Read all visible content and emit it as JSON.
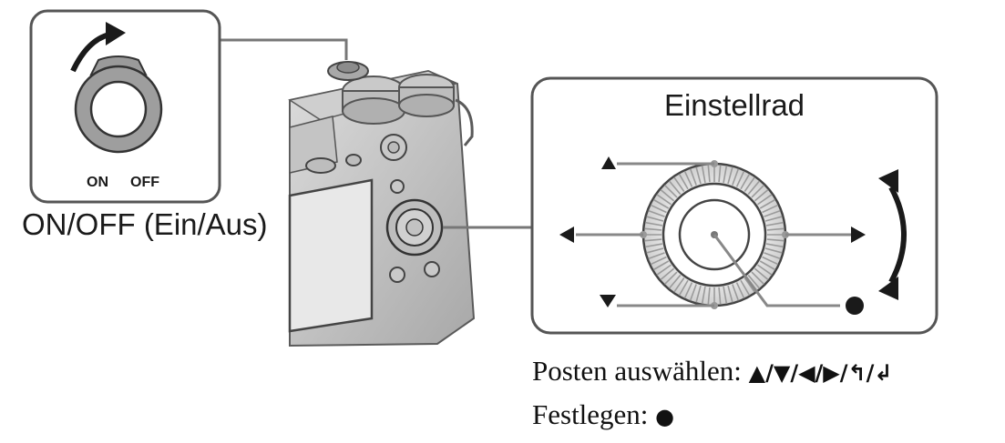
{
  "power_switch": {
    "on_label": "ON",
    "off_label": "OFF",
    "caption": "ON/OFF (Ein/Aus)"
  },
  "control_wheel": {
    "title": "Einstellrad"
  },
  "legend": {
    "select_label": "Posten auswählen: ",
    "select_symbols": "▲/▼/◀/▶/",
    "select_rotate_cw": "↰",
    "select_sep": "/",
    "select_rotate_ccw": "↲",
    "confirm_label": "Festlegen: ",
    "confirm_symbol": "●"
  }
}
